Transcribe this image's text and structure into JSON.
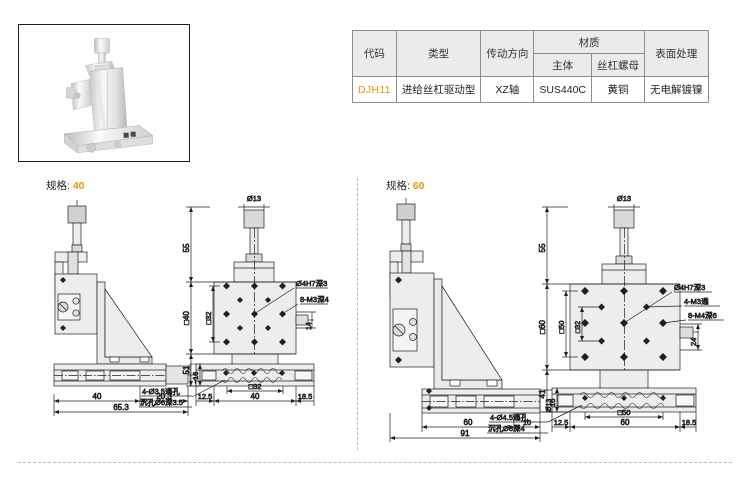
{
  "photo": {
    "alt_name": "xz-axis-stage-product-photo"
  },
  "spec_table": {
    "headers": {
      "code": "代码",
      "type": "类型",
      "drive_direction": "传动方向",
      "material_group": "材质",
      "material_body": "主体",
      "material_screw_nut": "丝杠螺母",
      "surface_treatment": "表面处理"
    },
    "rows": [
      {
        "code": "DJH11",
        "type": "进给丝杠驱动型",
        "drive_direction": "XZ轴",
        "material_body": "SUS440C",
        "material_screw_nut": "黄铜",
        "surface_treatment": "无电解镀镍"
      }
    ],
    "code_color": "#e8960c"
  },
  "drawings": [
    {
      "spec_prefix": "规格:",
      "spec_value": "40",
      "side_view": {
        "dims": [
          "40",
          "20.3",
          "65.3",
          "Ø13"
        ]
      },
      "front_view": {
        "top_dim": "Ø13",
        "vertical_dims": [
          "55",
          "□40",
          "51",
          "16",
          "14"
        ],
        "inner_square": "□32",
        "bottom_dims": [
          "12.5",
          "40",
          "18.5"
        ],
        "bottom_square": "□32",
        "callouts": [
          "Ø4H7深3",
          "8-M3深4"
        ],
        "note_line1": "4-Ø3.5通孔",
        "note_line2": "沉孔Ø6深3.5"
      }
    },
    {
      "spec_prefix": "规格:",
      "spec_value": "60",
      "side_view": {
        "dims": [
          "60",
          "10",
          "91",
          "Ø13"
        ]
      },
      "front_view": {
        "top_dim": "Ø13",
        "vertical_dims": [
          "55",
          "□60",
          "41",
          "16",
          "24"
        ],
        "inner_squares": [
          "□50",
          "□32"
        ],
        "bottom_dims": [
          "12.5",
          "60",
          "18.5"
        ],
        "bottom_square": "□50",
        "callouts": [
          "Ø4H7深3",
          "4-M3通",
          "8-M4深6"
        ],
        "note_line1": "4-Ø4.5通孔",
        "note_line2": "沉孔Ø8深4"
      }
    }
  ],
  "colors": {
    "accent": "#e8960c",
    "line": "#231f20",
    "fill_light": "#e9e9e9",
    "fill_mid": "#cfcfcf",
    "divider": "#b9b9b9"
  }
}
